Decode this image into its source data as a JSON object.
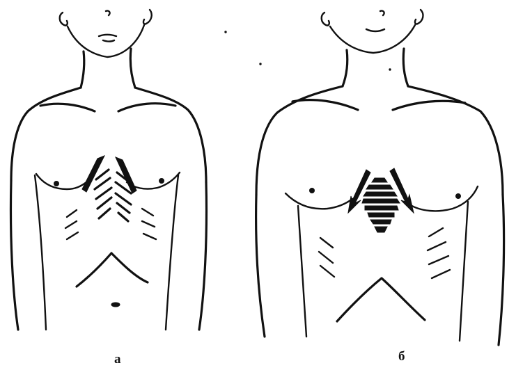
{
  "figure": {
    "panels": [
      {
        "id": "a",
        "label": "а"
      },
      {
        "id": "b",
        "label": "б"
      }
    ],
    "ink_color": "#111111",
    "background": "#ffffff"
  }
}
